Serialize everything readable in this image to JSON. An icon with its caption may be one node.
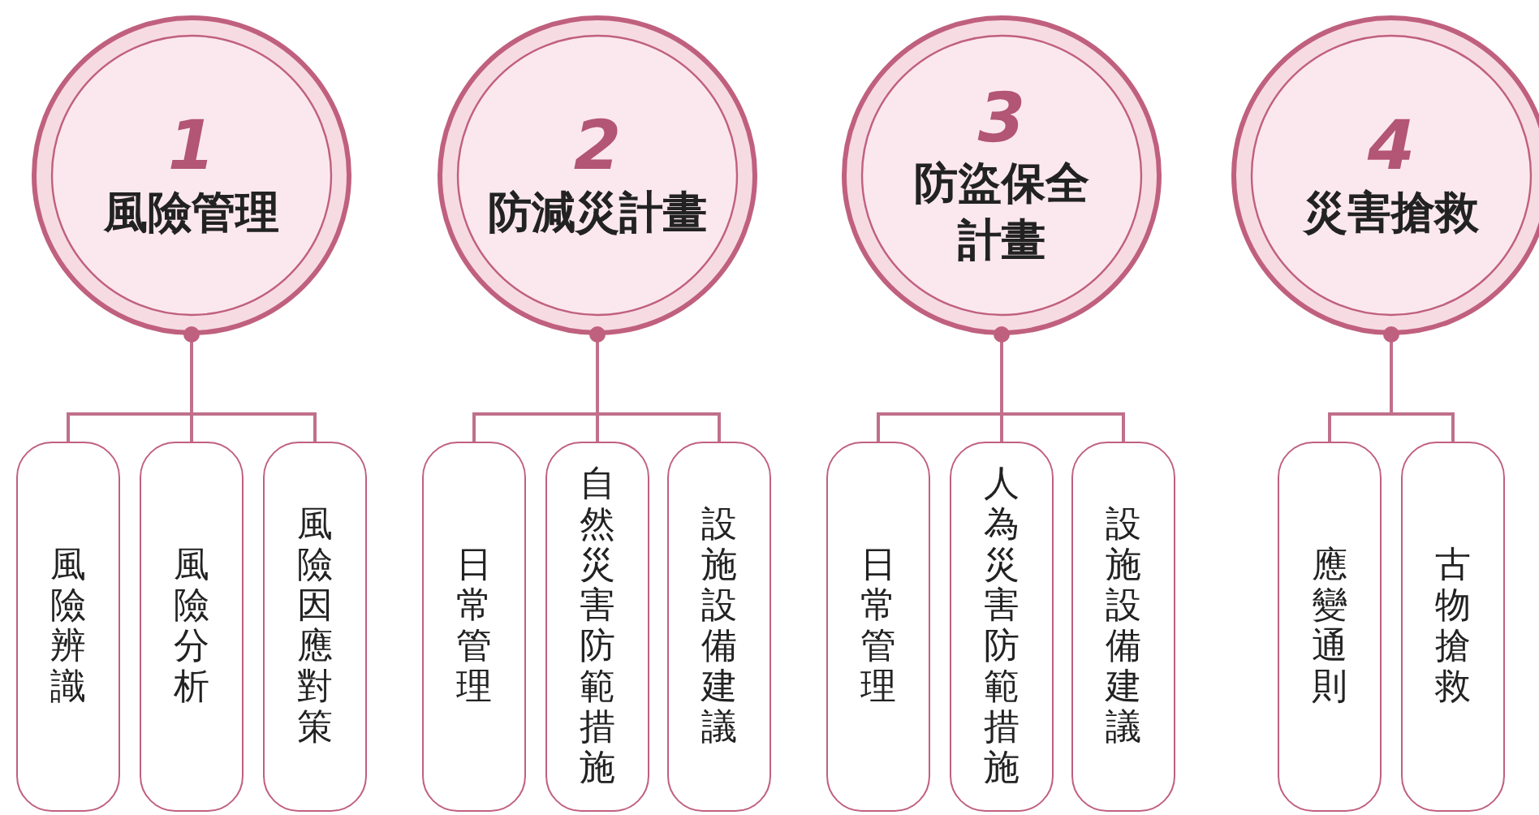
{
  "diagram": {
    "nodes": [
      {
        "text": [
          "1",
          "風險管理"
        ]
      },
      {
        "text": [
          "風險辨識"
        ]
      },
      {
        "text": [
          "風險分析"
        ]
      },
      {
        "text": [
          "風險因應對策"
        ]
      },
      {
        "text": [
          "2",
          "防減災計畫"
        ]
      },
      {
        "text": [
          "日常管理"
        ]
      },
      {
        "text": [
          "自然災害防範措施"
        ]
      },
      {
        "text": [
          "設施設備建議"
        ]
      },
      {
        "text": [
          "3",
          "防盜保全計畫"
        ]
      },
      {
        "text": [
          "日常管理"
        ]
      },
      {
        "text": [
          "人為災害防範措施"
        ]
      },
      {
        "text": [
          "設施設備建議"
        ]
      },
      {
        "text": [
          "4",
          "災害搶救"
        ]
      },
      {
        "text": [
          "應變通則"
        ]
      },
      {
        "text": [
          "古物搶救"
        ]
      }
    ],
    "edges": [
      {
        "from": 0,
        "to": 1,
        "arrow": "none"
      },
      {
        "from": 0,
        "to": 2,
        "arrow": "none"
      },
      {
        "from": 0,
        "to": 3,
        "arrow": "none"
      },
      {
        "from": 4,
        "to": 5,
        "arrow": "none"
      },
      {
        "from": 4,
        "to": 6,
        "arrow": "none"
      },
      {
        "from": 4,
        "to": 7,
        "arrow": "none"
      },
      {
        "from": 8,
        "to": 9,
        "arrow": "none"
      },
      {
        "from": 8,
        "to": 10,
        "arrow": "none"
      },
      {
        "from": 8,
        "to": 11,
        "arrow": "none"
      },
      {
        "from": 12,
        "to": 13,
        "arrow": "none"
      },
      {
        "from": 12,
        "to": 14,
        "arrow": "none"
      }
    ]
  }
}
